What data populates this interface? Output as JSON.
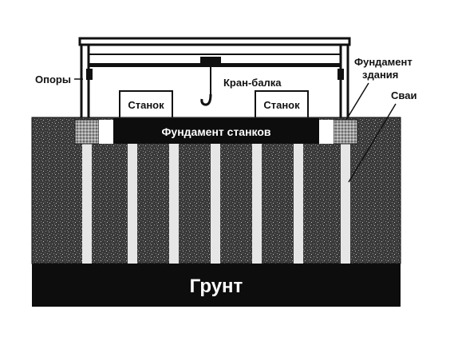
{
  "labels": {
    "supports": "Опоры",
    "crane_beam": "Кран-балка",
    "machine_left": "Станок",
    "machine_right": "Станок",
    "building_foundation_line1": "Фундамент",
    "building_foundation_line2": "здания",
    "piles": "Сваи",
    "machine_foundation": "Фундамент станков",
    "ground": "Грунт"
  },
  "colors": {
    "ink": "#111111",
    "soil": "#3a3a3a",
    "ground": "#0d0d0d",
    "pile": "#e6e6e6",
    "paper": "#ffffff"
  }
}
